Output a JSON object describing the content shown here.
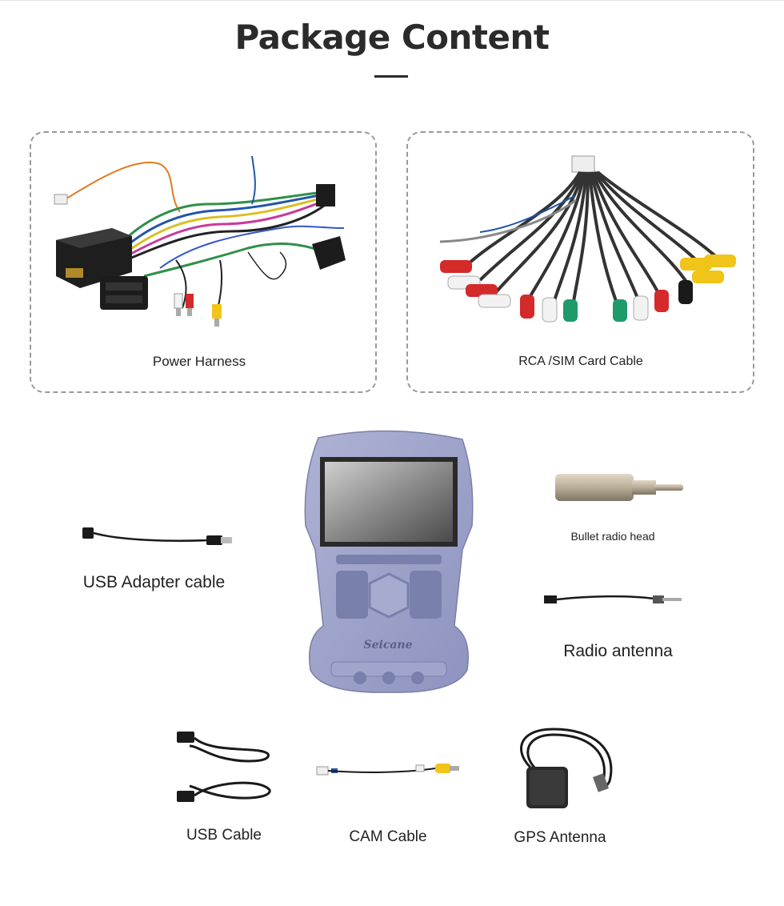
{
  "page": {
    "title": "Package Content"
  },
  "items": {
    "power_harness": {
      "label": "Power Harness"
    },
    "rca_cable": {
      "label": "RCA /SIM Card Cable"
    },
    "usb_adapter": {
      "label": "USB Adapter cable"
    },
    "head_unit": {
      "brand": "Seicane"
    },
    "bullet_head": {
      "label": "Bullet radio head"
    },
    "radio_antenna": {
      "label": "Radio antenna"
    },
    "usb_cable": {
      "label": "USB Cable"
    },
    "cam_cable": {
      "label": "CAM Cable"
    },
    "gps_antenna": {
      "label": "GPS Antenna"
    }
  },
  "colors": {
    "title": "#2b2b2b",
    "frame": "#9aa0c8",
    "red": "#d42a2a",
    "white": "#f2f2f2",
    "yellow": "#f0c419",
    "green": "#1f9a6a",
    "black": "#1a1a1a"
  }
}
